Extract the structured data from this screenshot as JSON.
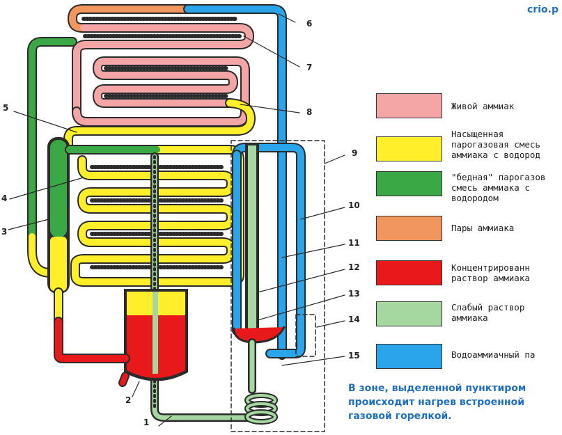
{
  "site_label": "crio.p",
  "colors": {
    "live_ammonia": "#f4a6a6",
    "saturated_mix": "#ffef2a",
    "lean_mix": "#39a845",
    "ammonia_vapor": "#f0965e",
    "concentrated_solution": "#e8191b",
    "weak_solution": "#a4d8a0",
    "water_ammonia": "#2aa4ea",
    "outline": "#2b2b2b"
  },
  "callouts": [
    "1",
    "2",
    "3",
    "4",
    "5",
    "6",
    "7",
    "8",
    "9",
    "10",
    "11",
    "12",
    "13",
    "14",
    "15"
  ],
  "legend": [
    {
      "color_key": "live_ammonia",
      "label": "Живой аммиак"
    },
    {
      "color_key": "saturated_mix",
      "label": "Насыщенная\nпарогазовая смесь\nаммиака с водород"
    },
    {
      "color_key": "lean_mix",
      "label": "\"бедная\" парогазов\nсмесь аммиака с\nводородом"
    },
    {
      "color_key": "ammonia_vapor",
      "label": "Пары аммиака"
    },
    {
      "color_key": "concentrated_solution",
      "label": "Концентрированн\nраствор аммиака"
    },
    {
      "color_key": "weak_solution",
      "label": "Слабый раствор\nаммиака"
    },
    {
      "color_key": "water_ammonia",
      "label": "Водоаммиачный па"
    }
  ],
  "note": {
    "line1": "В зоне, выделенной пунктиром",
    "line2": "происходит нагрев встроенной",
    "line3": "газовой горелкой."
  }
}
